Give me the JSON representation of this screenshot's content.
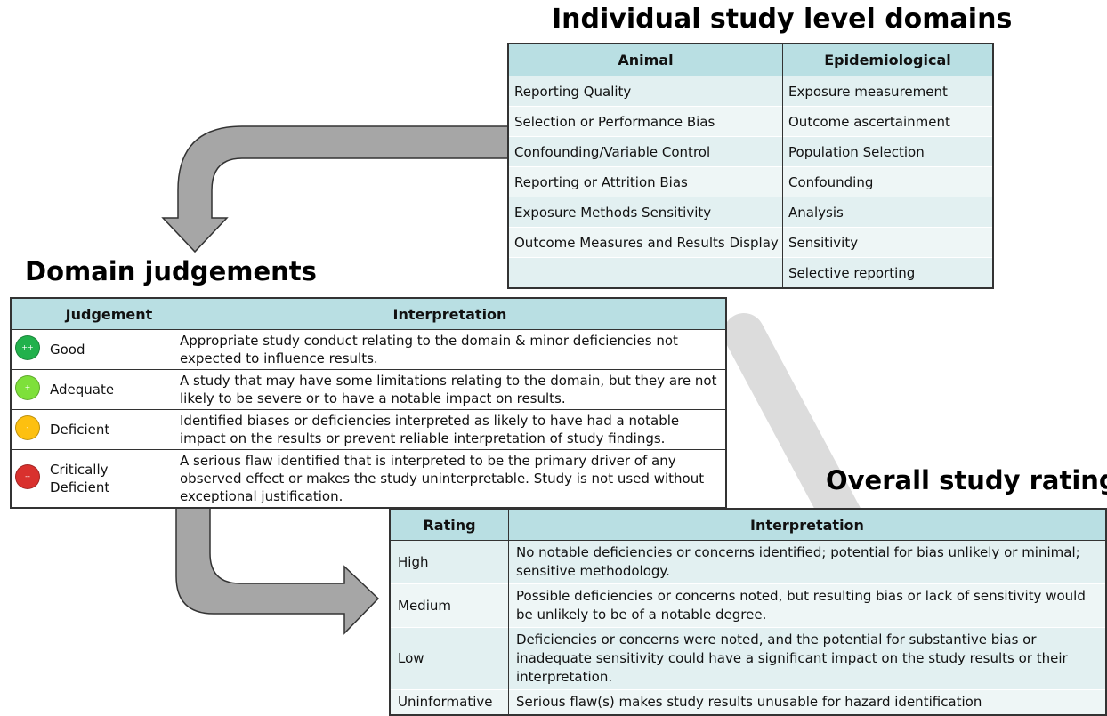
{
  "headings": {
    "study_domains": "Individual study level domains",
    "domain_judgements": "Domain judgements",
    "overall_rating": "Overall study rating"
  },
  "domains_table": {
    "headers": [
      "Animal",
      "Epidemiological"
    ],
    "rows": [
      [
        "Reporting Quality",
        "Exposure measurement"
      ],
      [
        "Selection or Performance Bias",
        "Outcome ascertainment"
      ],
      [
        "Confounding/Variable Control",
        "Population Selection"
      ],
      [
        "Reporting or Attrition Bias",
        "Confounding"
      ],
      [
        "Exposure Methods Sensitivity",
        "Analysis"
      ],
      [
        "Outcome Measures and Results Display",
        "Sensitivity"
      ],
      [
        "",
        "Selective reporting"
      ]
    ]
  },
  "judgements_table": {
    "headers": [
      "",
      "Judgement",
      "Interpretation"
    ],
    "rows": [
      {
        "color": "#22b14c",
        "symbol": "++",
        "judgement": "Good",
        "interpretation": "Appropriate study conduct relating to the domain & minor deficiencies not expected to influence results."
      },
      {
        "color": "#7ee03a",
        "symbol": "+",
        "judgement": "Adequate",
        "interpretation": "A study that may have some limitations relating to the domain, but they are not likely to be severe or to have a notable impact on results."
      },
      {
        "color": "#fdc010",
        "symbol": "-",
        "judgement": "Deficient",
        "interpretation": "Identified biases or deficiencies interpreted as likely to have had a notable impact on the results or prevent reliable interpretation of study findings."
      },
      {
        "color": "#d9312e",
        "symbol": "--",
        "judgement": "Critically Deficient",
        "interpretation": "A serious flaw identified that is interpreted to be the primary driver of any observed effect or makes the study uninterpretable. Study is not used without exceptional justification."
      }
    ]
  },
  "rating_table": {
    "headers": [
      "Rating",
      "Interpretation"
    ],
    "rows": [
      [
        "High",
        "No notable deficiencies or concerns identified; potential for bias unlikely or minimal; sensitive methodology."
      ],
      [
        "Medium",
        "Possible deficiencies or concerns noted, but resulting bias or lack of sensitivity would be unlikely to be of a notable degree."
      ],
      [
        "Low",
        "Deficiencies or concerns were noted, and the potential for substantive bias or inadequate sensitivity could have a significant impact on the study results or their interpretation."
      ],
      [
        "Uninformative",
        "Serious flaw(s) makes study results unusable for hazard identification"
      ]
    ]
  },
  "colors": {
    "header_fill": "#b9dfe3",
    "row_fill_light": "#eef6f6",
    "row_fill_dark": "#e2f0f1",
    "arrow_fill": "#a6a6a6",
    "watermark": "#dcdcdc"
  }
}
